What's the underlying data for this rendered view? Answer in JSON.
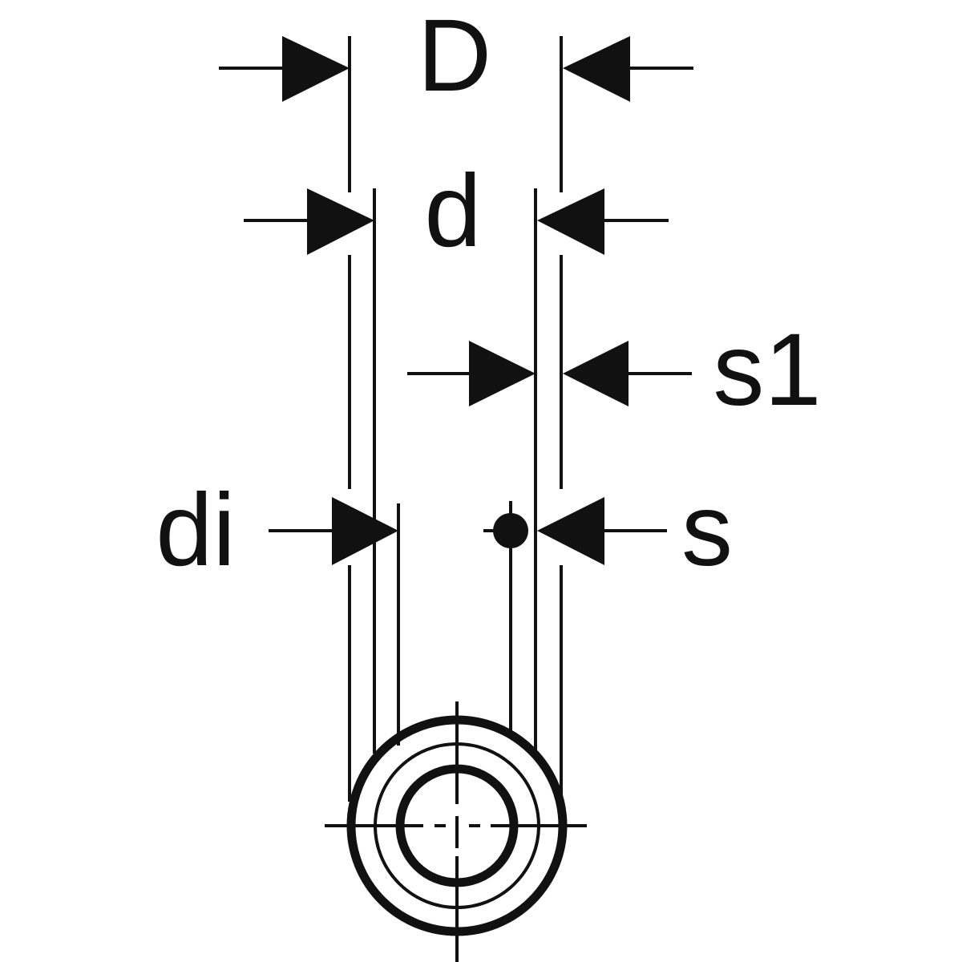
{
  "labels": {
    "outer_diameter": "D",
    "pipe_diameter": "d",
    "wall_thickness_outer": "s1",
    "inner_diameter": "di",
    "wall_thickness": "s"
  },
  "colors": {
    "ink": "#111111",
    "background": "#ffffff"
  }
}
